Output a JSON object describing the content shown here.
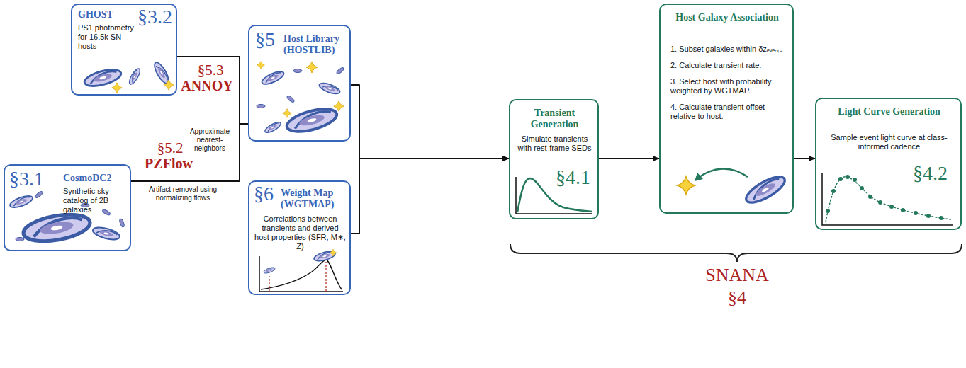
{
  "diagram": {
    "nodes": [
      {
        "text": [
          "GHOST",
          "PS1 photometry for 16.5k SN hosts",
          "§3.2"
        ]
      },
      {
        "text": [
          "§3.1",
          "CosmoDC2",
          "Synthetic sky catalog of 2B galaxies"
        ]
      },
      {
        "text": [
          "§5",
          "Host Library (HOSTLIB)"
        ]
      },
      {
        "text": [
          "§6",
          "Weight Map (WGTMAP)",
          "Correlations between transients and derived host properties (SFR, M∗, Z)"
        ]
      },
      {
        "text": [
          "Transient Generation",
          "Simulate transients with rest-frame SEDs",
          "§4.1"
        ]
      },
      {
        "text": [
          "Host Galaxy Association",
          "1. Subset galaxies within δzₑᵥₑₙₜ.",
          "2. Calculate transient rate.",
          "3. Select host with probability weighted by WGTMAP.",
          "4. Calculate transient offset relative to host."
        ]
      },
      {
        "text": [
          "Light Curve Generation",
          "Sample event light curve at class-informed cadence",
          "§4.2"
        ]
      }
    ],
    "edges": [
      {
        "from": 0,
        "to": 2,
        "arrow": "none"
      },
      {
        "from": 1,
        "to": 2,
        "arrow": "none"
      },
      {
        "from": 2,
        "to": 4,
        "arrow": "to"
      },
      {
        "from": 3,
        "to": 4,
        "arrow": "to"
      },
      {
        "from": 4,
        "to": 5,
        "arrow": "to"
      },
      {
        "from": 5,
        "to": 6,
        "arrow": "to"
      }
    ],
    "labels": [
      "§5.3",
      "ANNOY",
      "Approximate nearest-neighbors",
      "§5.2",
      "PZFlow",
      "Artifact removal using normalizing flows",
      "SNANA",
      "§4"
    ]
  }
}
